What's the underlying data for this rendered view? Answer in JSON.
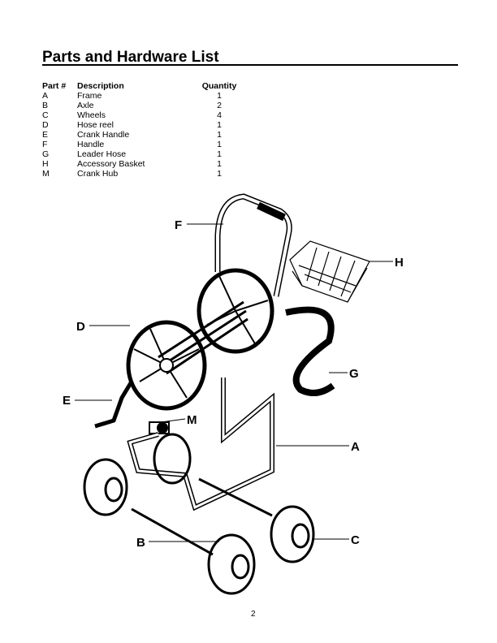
{
  "title": "Parts and Hardware List",
  "headers": {
    "part": "Part #",
    "description": "Description",
    "quantity": "Quantity"
  },
  "parts": [
    {
      "part": "A",
      "description": "Frame",
      "quantity": "1"
    },
    {
      "part": "B",
      "description": "Axle",
      "quantity": "2"
    },
    {
      "part": "C",
      "description": "Wheels",
      "quantity": "4"
    },
    {
      "part": "D",
      "description": "Hose reel",
      "quantity": "1"
    },
    {
      "part": "E",
      "description": "Crank Handle",
      "quantity": "1"
    },
    {
      "part": "F",
      "description": "Handle",
      "quantity": "1"
    },
    {
      "part": "G",
      "description": "Leader Hose",
      "quantity": "1"
    },
    {
      "part": "H",
      "description": "Accessory Basket",
      "quantity": "1"
    },
    {
      "part": "M",
      "description": "Crank Hub",
      "quantity": "1"
    }
  ],
  "callouts": {
    "F": "F",
    "H": "H",
    "D": "D",
    "G": "G",
    "E": "E",
    "M": "M",
    "A": "A",
    "B": "B",
    "C": "C"
  },
  "page_number": "2"
}
